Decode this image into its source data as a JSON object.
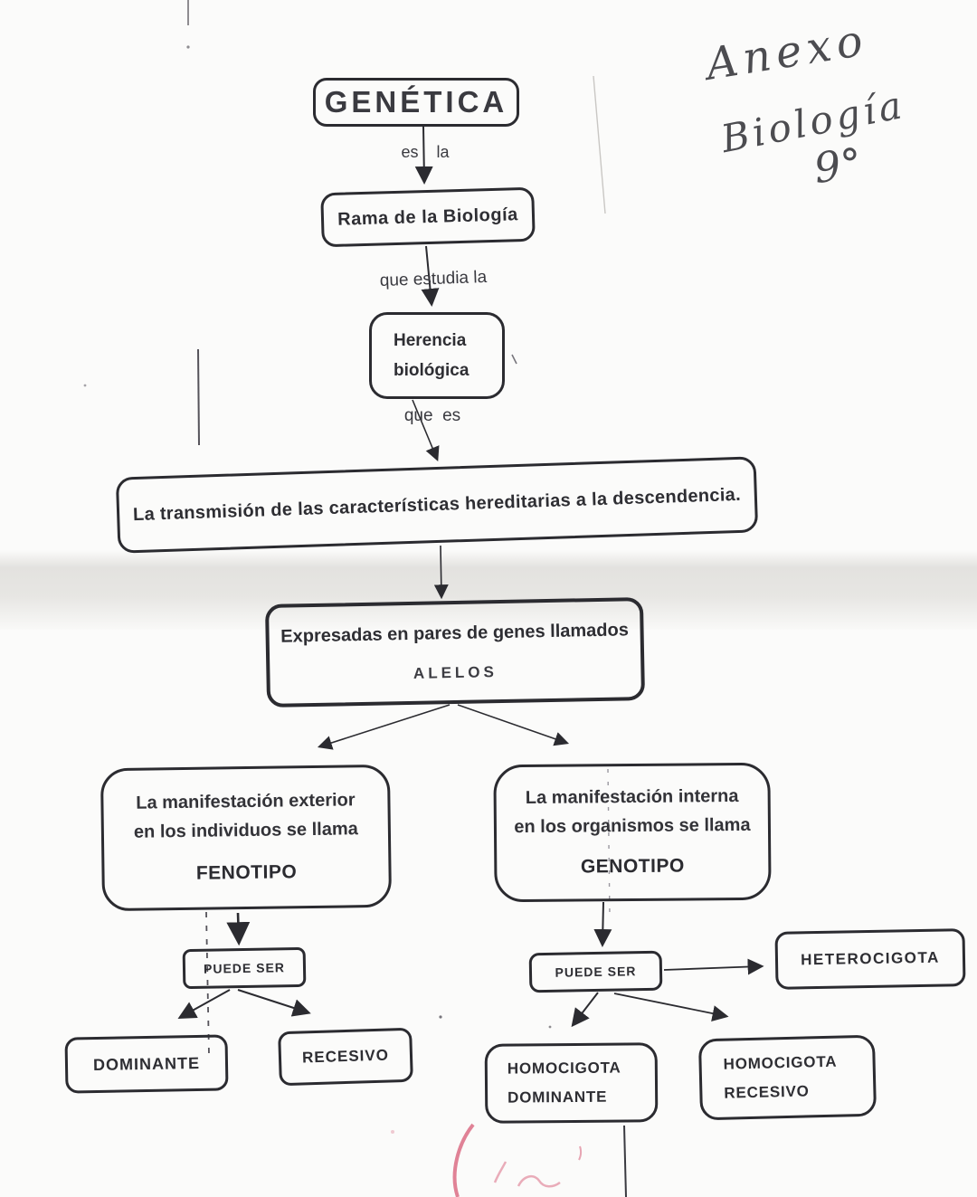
{
  "document": {
    "handwriting": {
      "line1": "Anexo",
      "line2": "Biología",
      "line3": "9°"
    },
    "nodes": {
      "genetica": {
        "label": "GENÉTICA"
      },
      "rama": {
        "label": "Rama de la Biología"
      },
      "herencia": {
        "line1": "Herencia",
        "line2": "biológica"
      },
      "transmision": {
        "label": "La transmisión de las características hereditarias  a la descendencia."
      },
      "expresadas": {
        "line1": "Expresadas en pares de genes llamados",
        "line2": "ALELOS"
      },
      "fenotipo": {
        "line1": "La manifestación exterior",
        "line2": "en los individuos se llama",
        "term": "FENOTIPO"
      },
      "genotipo": {
        "line1": "La manifestación interna",
        "line2": "en los organismos se llama",
        "term": "GENOTIPO"
      },
      "puede_ser_left": {
        "label": "PUEDE SER"
      },
      "puede_ser_right": {
        "label": "PUEDE SER"
      },
      "dominante": {
        "label": "DOMINANTE"
      },
      "recesivo": {
        "label": "RECESIVO"
      },
      "heterocigota": {
        "label": "HETEROCIGOTA"
      },
      "homocigota_dominante": {
        "line1": "HOMOCIGOTA",
        "line2": "DOMINANTE"
      },
      "homocigota_recesivo": {
        "line1": "HOMOCIGOTA",
        "line2": "RECESIVO"
      }
    },
    "edge_labels": {
      "es_la": "es    la",
      "que_estudia_la": "que estudia la",
      "que_es": "que  es"
    },
    "colors": {
      "ink": "#2b2b30",
      "paper": "#fbfbfa",
      "shadow_band": "#e4e3e0",
      "pencil": "#4c4c50",
      "pink_mark": "#db6c84"
    }
  }
}
